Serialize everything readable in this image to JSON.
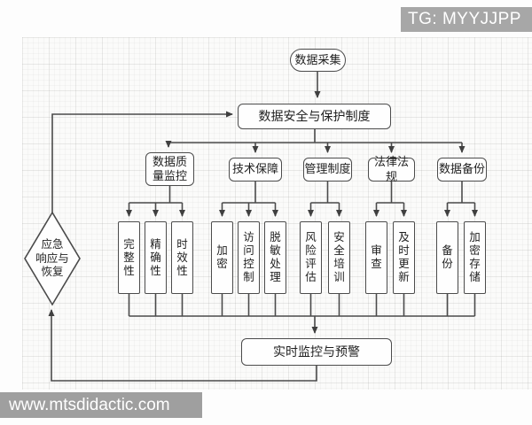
{
  "badge": {
    "text": "TG: MYYJJPP"
  },
  "watermark": {
    "text": "www.mtsdidactic.com"
  },
  "flowchart": {
    "start": "数据采集",
    "main": "数据安全与保护制度",
    "branches": [
      {
        "header": "数据质量监控",
        "items": [
          "完整性",
          "精确性",
          "时效性"
        ]
      },
      {
        "header": "技术保障",
        "items": [
          "加密",
          "访问控制",
          "脱敏处理"
        ]
      },
      {
        "header": "管理制度",
        "items": [
          "风险评估",
          "安全培训"
        ]
      },
      {
        "header": "法律法规",
        "items": [
          "审查",
          "及时更新"
        ]
      },
      {
        "header": "数据备份",
        "items": [
          "备份",
          "加密存储"
        ]
      }
    ],
    "monitor": "实时监控与预警",
    "emergency_lines": [
      "应急",
      "响应与",
      "恢复"
    ],
    "colors": {
      "line": "#4a4a4a",
      "box_border": "#4c4c4c",
      "badge_bg": "#a7a7a7",
      "watermark_bg": "#9f9f9f",
      "paper_bg": "#fbfbfa"
    }
  }
}
